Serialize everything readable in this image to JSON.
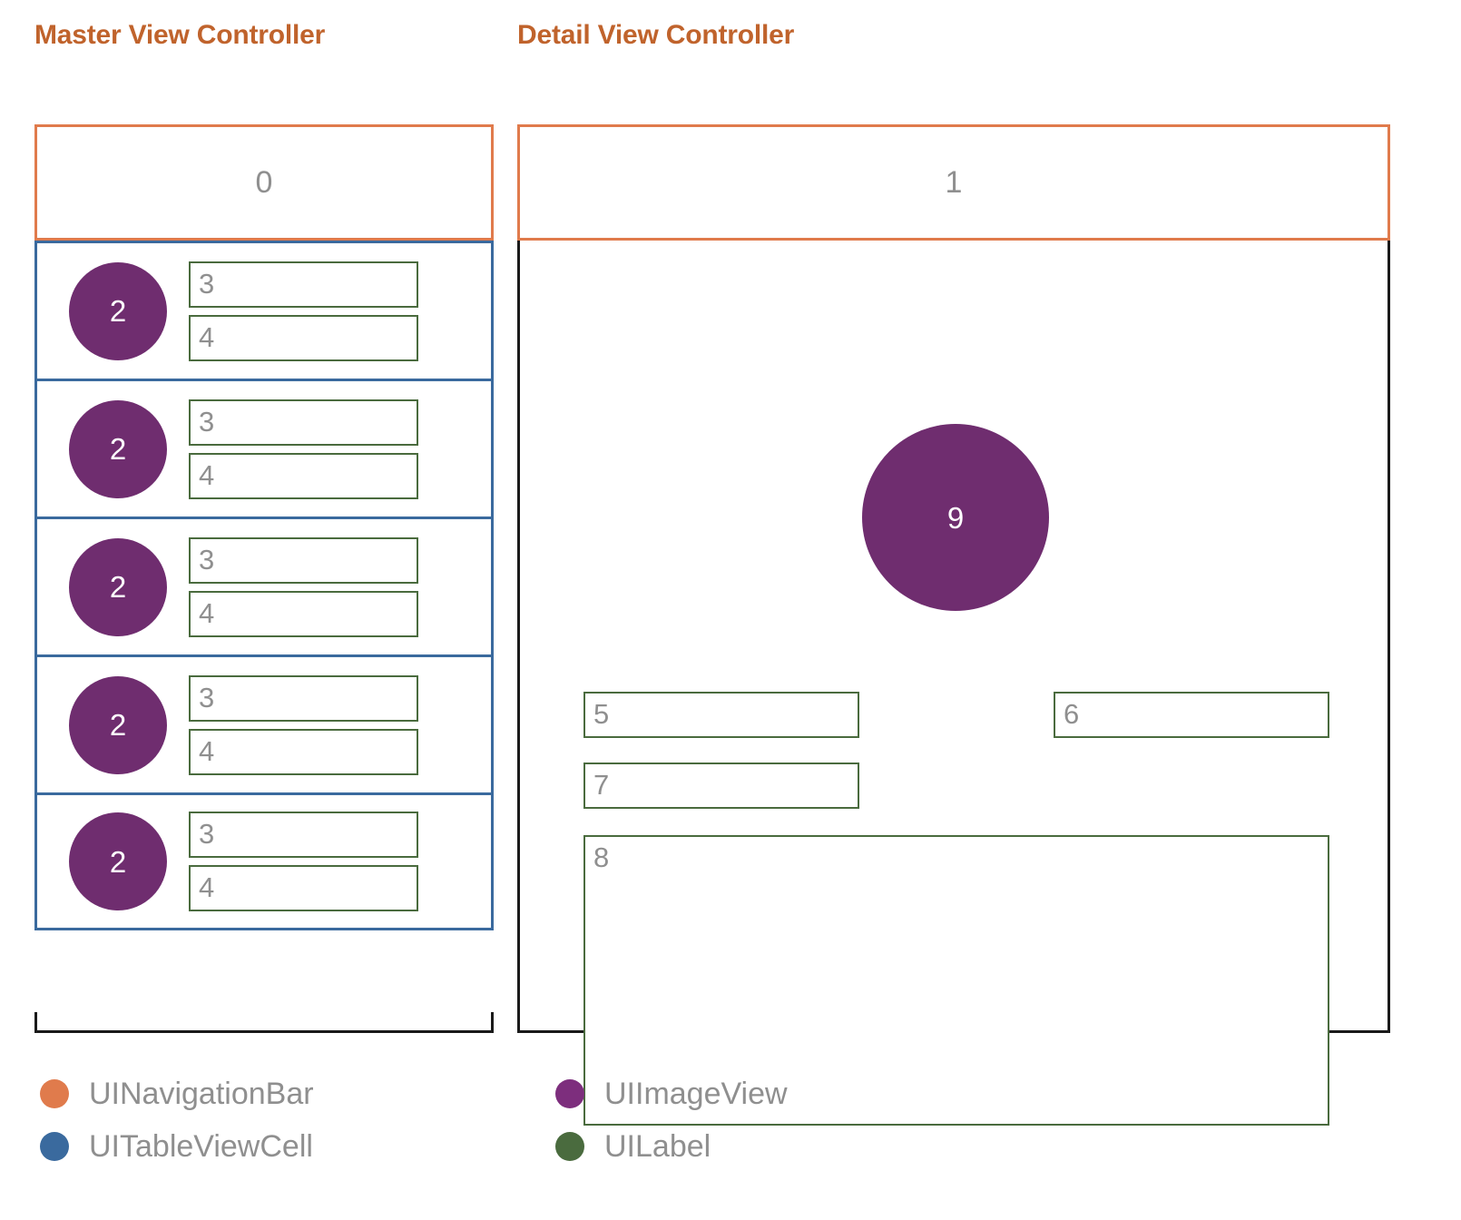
{
  "titles": {
    "master": "Master View Controller",
    "detail": "Detail View Controller"
  },
  "colors": {
    "title": "#c0632c",
    "navigation_bar": "#e07b4c",
    "table_view_cell": "#3a6a9e",
    "image_view": "#6f2d6f",
    "label": "#4a6b3e",
    "frame": "#1a1a1a",
    "number_text": "#8f8f8f"
  },
  "master_view": {
    "navigation_bar": {
      "label": "0"
    },
    "cells": [
      {
        "image_label": "2",
        "labels": [
          "3",
          "4"
        ]
      },
      {
        "image_label": "2",
        "labels": [
          "3",
          "4"
        ]
      },
      {
        "image_label": "2",
        "labels": [
          "3",
          "4"
        ]
      },
      {
        "image_label": "2",
        "labels": [
          "3",
          "4"
        ]
      },
      {
        "image_label": "2",
        "labels": [
          "3",
          "4"
        ]
      }
    ]
  },
  "detail_view": {
    "navigation_bar": {
      "label": "1"
    },
    "hero_image_label": "9",
    "labels": {
      "left_top": "5",
      "right_top": "6",
      "left_second": "7",
      "text_area": "8"
    }
  },
  "legend": {
    "left": [
      {
        "label": "UINavigationBar",
        "color": "#e07b4c"
      },
      {
        "label": "UITableViewCell",
        "color": "#3a6a9e"
      }
    ],
    "right": [
      {
        "label": "UIImageView",
        "color": "#7d2e7d"
      },
      {
        "label": "UILabel",
        "color": "#4a6b3e"
      }
    ]
  }
}
